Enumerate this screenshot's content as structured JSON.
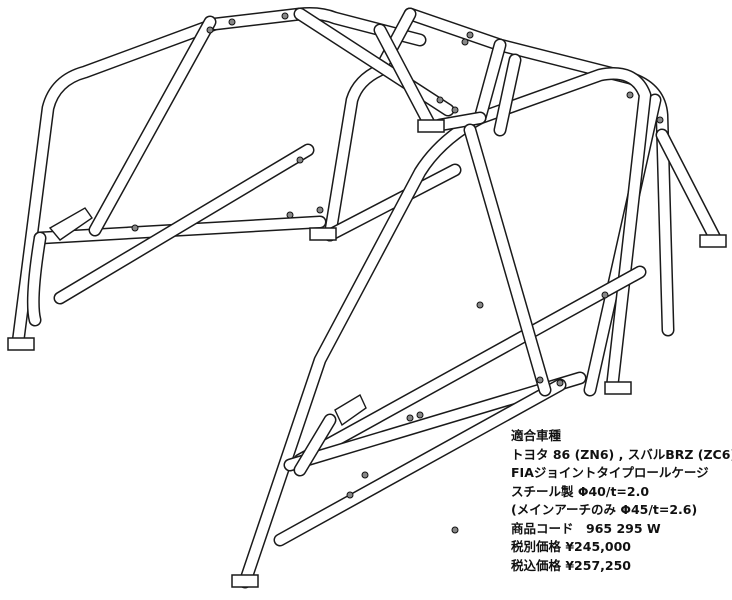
{
  "product": {
    "heading": "適合車種",
    "vehicles": "トヨタ 86 (ZN6) , スバルBRZ (ZC6)",
    "type": "FIAジョイントタイプロールケージ",
    "material": "スチール製 Φ40/t=2.0",
    "main_arch": "(メインアーチのみ Φ45/t=2.6)",
    "product_code": "商品コード　965 295 W",
    "price_excl_tax": "税別価格 ¥245,000",
    "price_incl_tax": "税込価格 ¥257,250"
  }
}
